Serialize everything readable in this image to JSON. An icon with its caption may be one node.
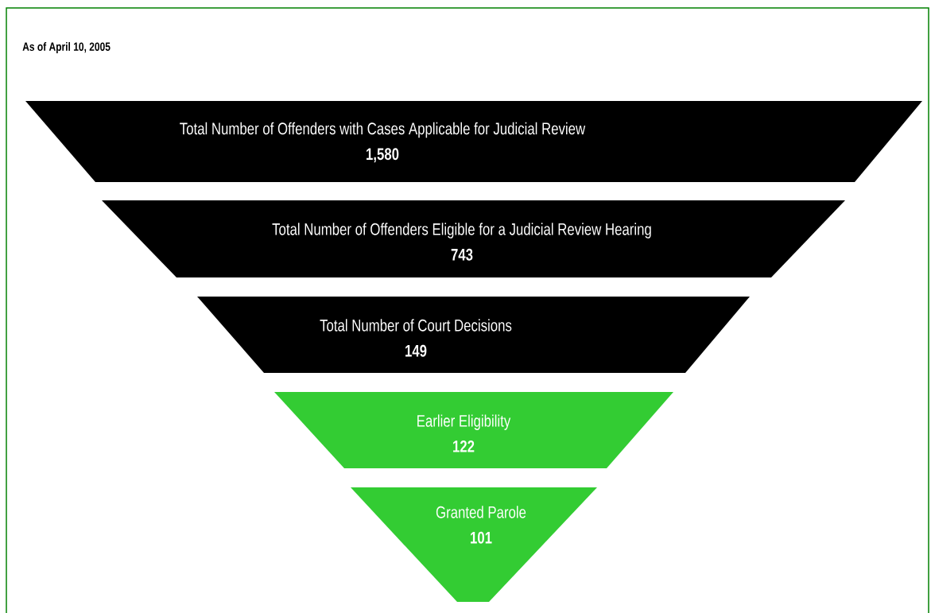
{
  "diagram": {
    "title": "As of April 10, 2005",
    "nodes": [
      {
        "text": [
          "Total Number of Offenders with Cases Applicable for Judicial Review",
          "1,580"
        ]
      },
      {
        "text": [
          "Total Number of Offenders Eligible for a Judicial Review Hearing",
          "743"
        ]
      },
      {
        "text": [
          "Total Number of Court Decisions",
          "149"
        ]
      },
      {
        "text": [
          "Earlier Eligibility",
          "122"
        ]
      },
      {
        "text": [
          "Granted Parole",
          "101"
        ]
      }
    ]
  }
}
